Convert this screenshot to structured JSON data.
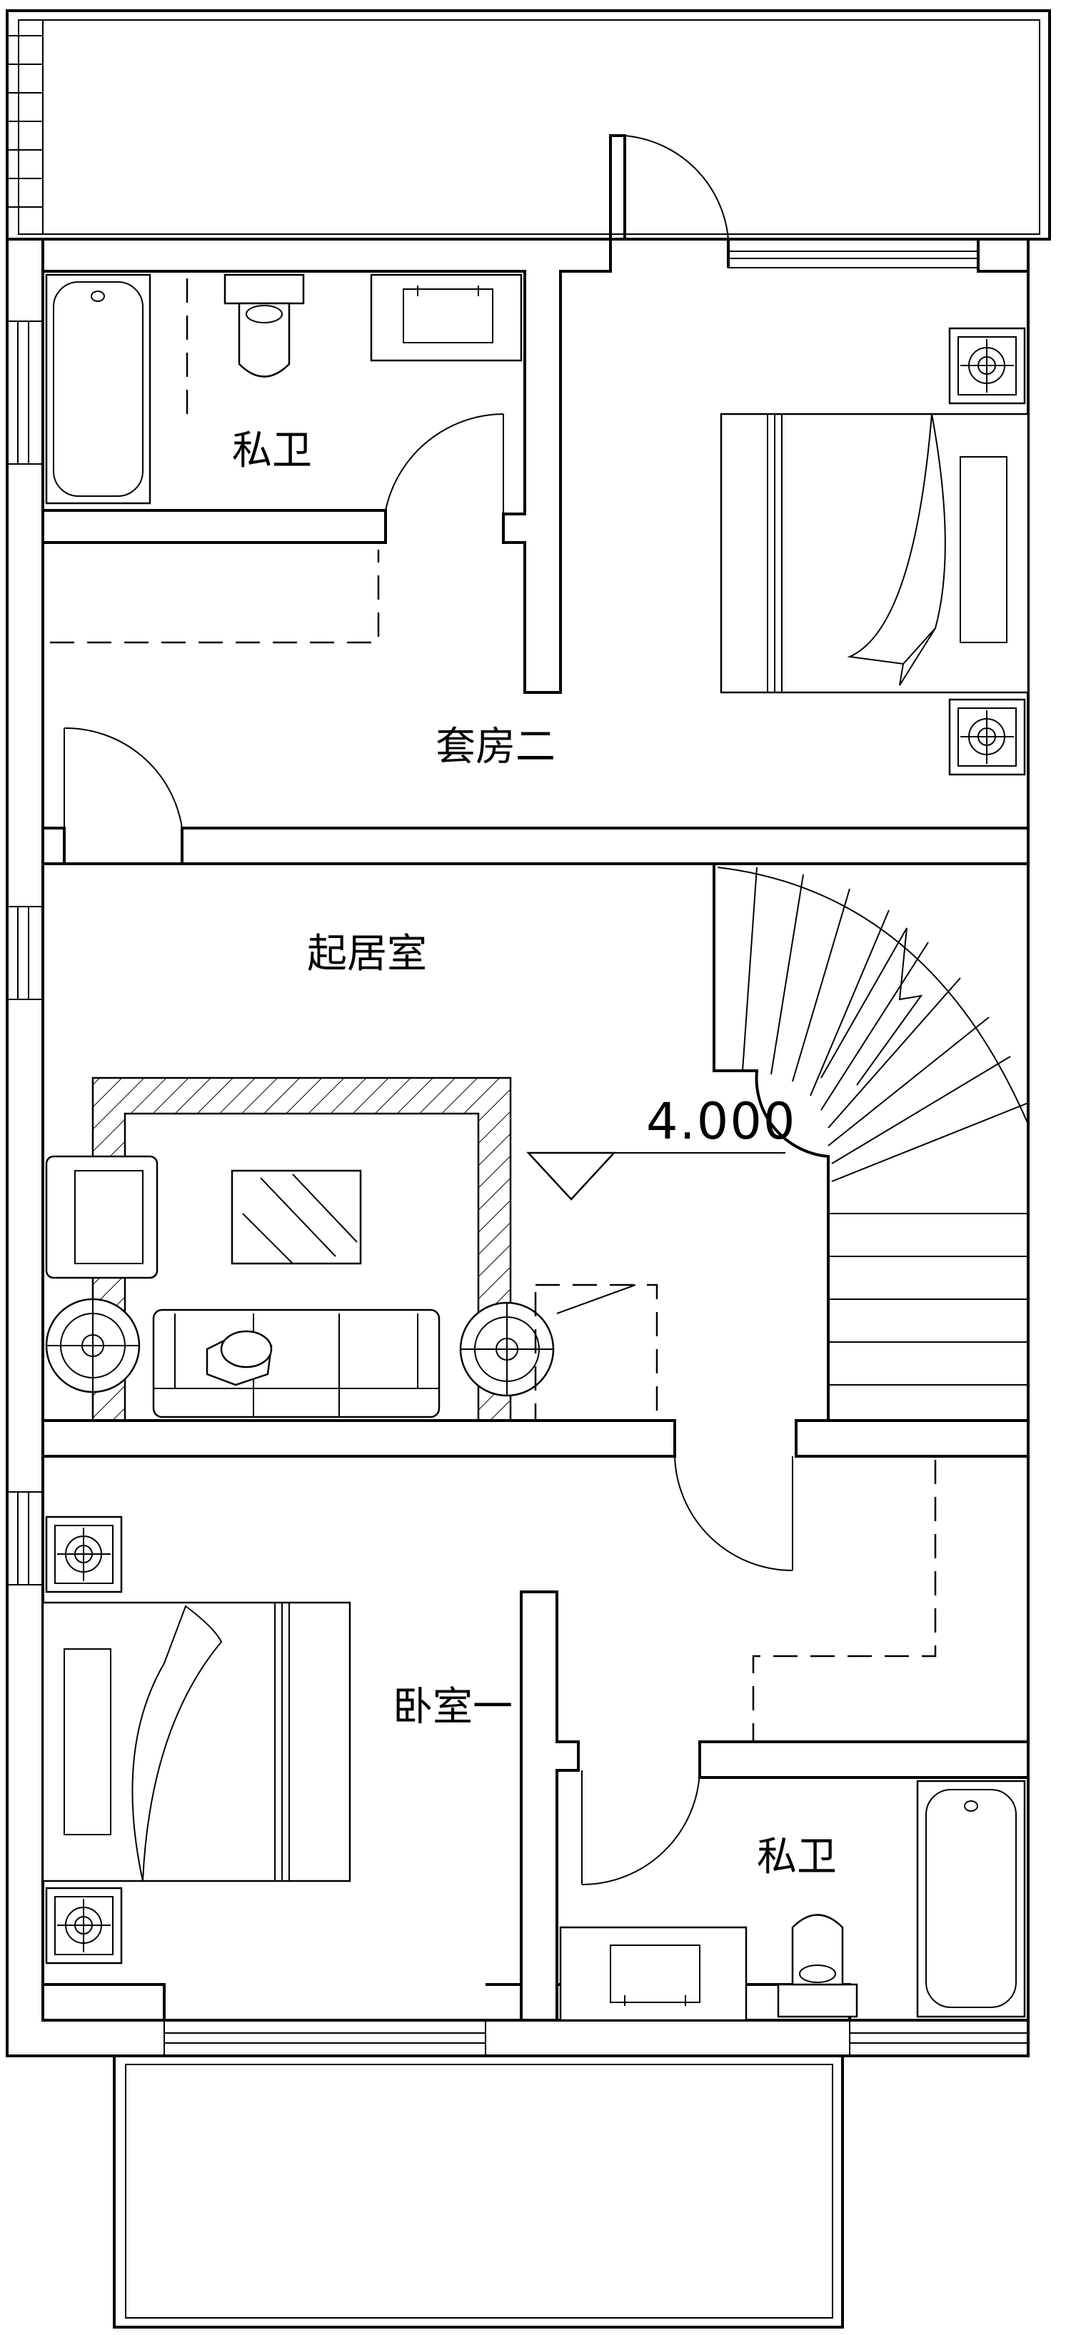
{
  "rooms": {
    "master_bath_top": "私卫",
    "suite_two": "套房二",
    "living_room": "起居室",
    "bedroom_one": "卧室一",
    "bath_bottom": "私卫"
  },
  "elevation_mark": "4.000",
  "icons": [
    "bathtub-icon",
    "toilet-icon",
    "sink-icon",
    "bed-icon",
    "nightstand-lamp-icon",
    "door-swing-icon",
    "spiral-stair-icon",
    "sofa-icon",
    "armchair-icon",
    "tv-stand-icon",
    "rug-icon",
    "elevation-marker-icon"
  ]
}
